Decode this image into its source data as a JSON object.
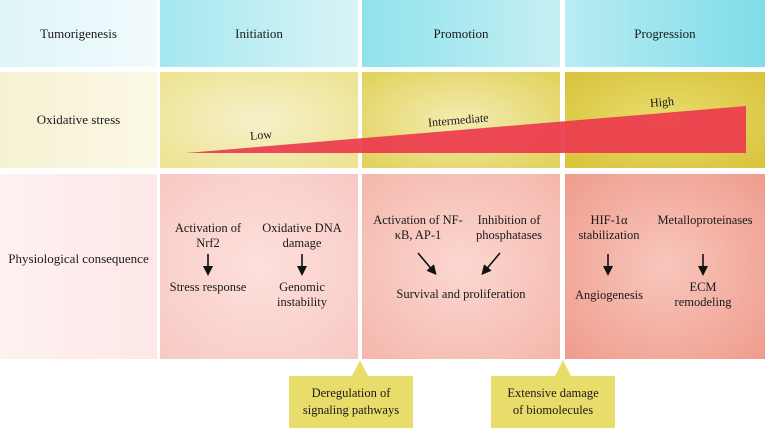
{
  "header": {
    "row_label": "Tumorigenesis",
    "stages": [
      "Initiation",
      "Promotion",
      "Progression"
    ]
  },
  "oxidative_stress": {
    "row_label": "Oxidative stress",
    "levels": [
      "Low",
      "Intermediate",
      "High"
    ]
  },
  "physiological": {
    "row_label": "Physiological consequence",
    "initiation": {
      "cause_1": "Activation of Nrf2",
      "effect_1": "Stress response",
      "cause_2": "Oxidative DNA damage",
      "effect_2": "Genomic instability"
    },
    "promotion": {
      "cause_1": "Activation of NF-κB, AP-1",
      "cause_2": "Inhibition of phosphatases",
      "effect": "Survival and proliferation"
    },
    "progression": {
      "cause_1": "HIF-1α stabilization",
      "effect_1": "Angiogenesis",
      "cause_2": "Metalloproteinases",
      "effect_2": "ECM remodeling"
    }
  },
  "callouts": [
    "Deregulation of signaling pathways",
    "Extensive damage of biomolecules"
  ],
  "colors": {
    "triangle": "#ec3a4d",
    "arrow": "#111111",
    "callout": "#e8dc6a"
  }
}
